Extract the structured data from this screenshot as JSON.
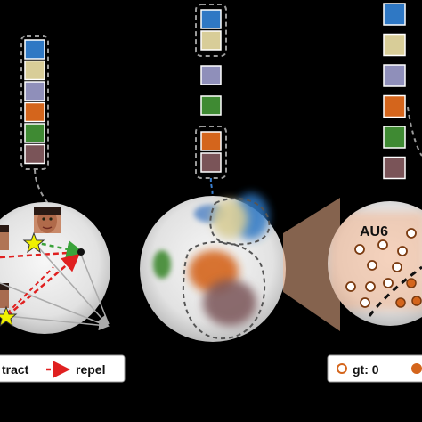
{
  "legend_left": {
    "attract_label": "tract",
    "repel_label": "repel"
  },
  "legend_right": {
    "gt_label": "gt: 0"
  },
  "au_label": "AU6",
  "colors": {
    "blue": "#2f78c4",
    "beige": "#d8cd98",
    "lavender": "#8f8fba",
    "orange": "#d4651c",
    "green": "#3f8a33",
    "brown": "#7a5458",
    "attract_line": "#3aa33a",
    "repel_line": "#e02020",
    "star": "#f0f000",
    "sphere": "#e6e6e6",
    "projection": "#f2b48e"
  },
  "stacks": {
    "left_group": [
      "blue",
      "beige",
      "lavender",
      "orange",
      "green",
      "brown"
    ],
    "middle_top_group": [
      "blue",
      "beige"
    ],
    "middle_single": [
      "lavender",
      "green"
    ],
    "middle_bottom_group": [
      "orange",
      "brown"
    ],
    "right_column": [
      "blue",
      "beige",
      "lavender",
      "orange",
      "green",
      "brown"
    ]
  },
  "faces": [
    "face-top",
    "face-left-top",
    "face-left-bottom"
  ]
}
